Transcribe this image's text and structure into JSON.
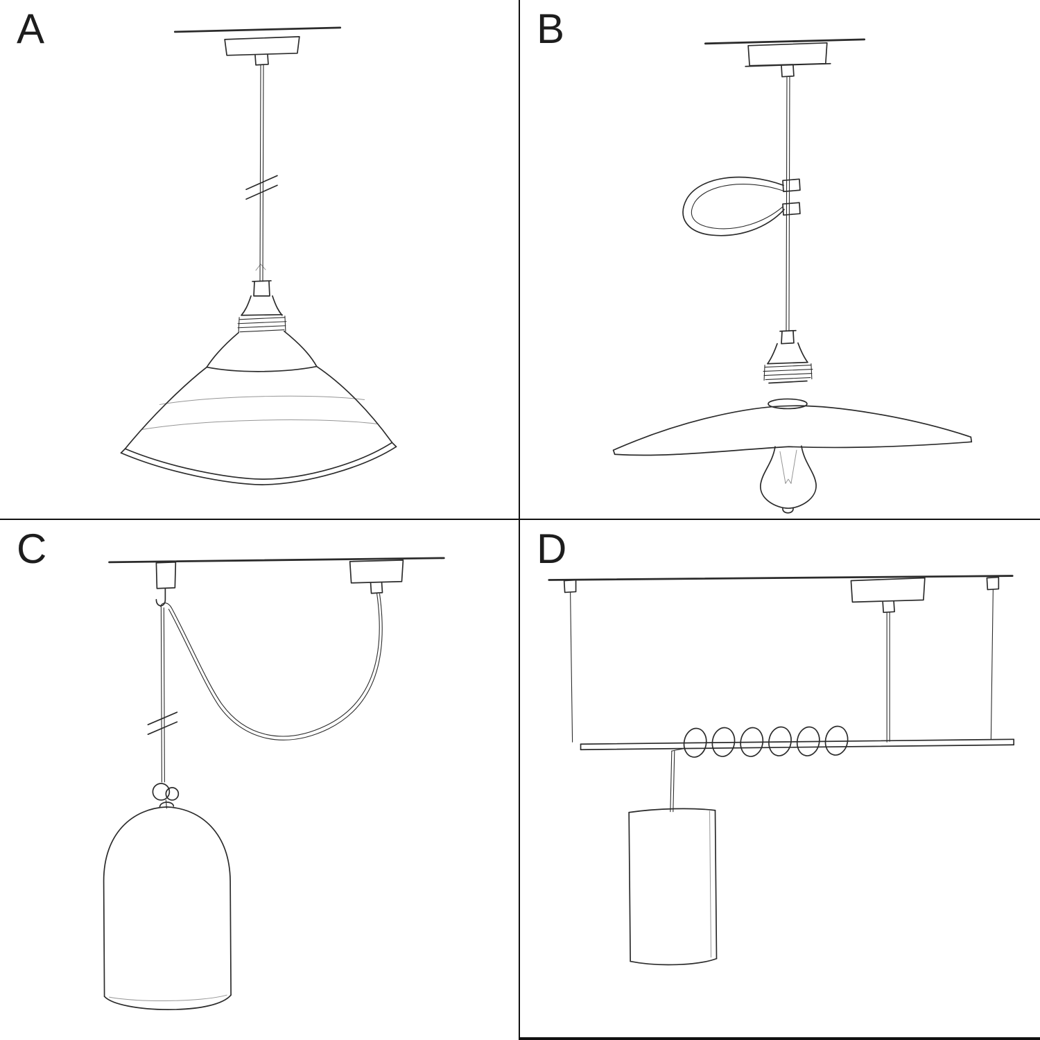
{
  "colors": {
    "background": "#ffffff",
    "ink": "#2b2b2b",
    "divider": "#111111"
  },
  "panels": [
    {
      "label": "A",
      "sketch": "pendant-straight-drop-with-wide-industrial-shade"
    },
    {
      "label": "B",
      "sketch": "pendant-with-wire-cable-clip-flat-plate-shade-and-exposed-bulb"
    },
    {
      "label": "C",
      "sketch": "swag-pendant-over-ceiling-hook-with-knot-and-bell-shade"
    },
    {
      "label": "D",
      "sketch": "pendant-cord-coiled-on-suspended-bar-with-cylinder-shade"
    }
  ]
}
